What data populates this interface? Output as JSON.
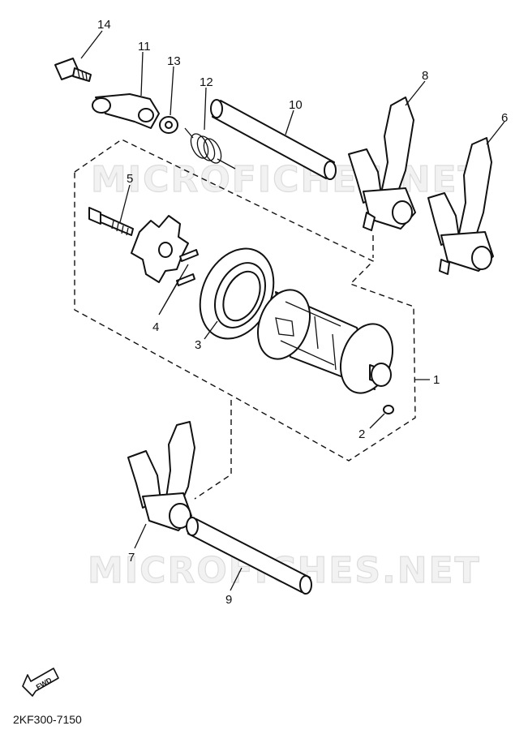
{
  "watermarks": [
    "MICROFICHES.NET",
    "MICROFICHES.NET"
  ],
  "callouts": [
    "1",
    "2",
    "3",
    "4",
    "5",
    "6",
    "7",
    "8",
    "9",
    "10",
    "11",
    "12",
    "13",
    "14"
  ],
  "direction_arrow_label": "FWD",
  "diagram_code": "2KF300-7150"
}
